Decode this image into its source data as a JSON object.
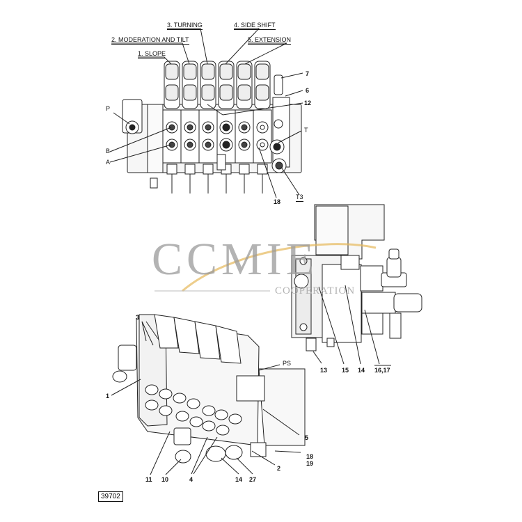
{
  "top_view": {
    "functions": {
      "slope": "1. SLOPE",
      "moderation_tilt": "2. MODERATION AND TILT",
      "turning": "3. TURNING",
      "side_shift": "4. SIDE SHIFT",
      "extension": "5. EXTENSION"
    },
    "callouts": {
      "p": "P",
      "b": "B",
      "a": "A",
      "n7": "7",
      "n6": "6",
      "n12": "12",
      "t": "T",
      "t3": "T3",
      "n18": "18"
    }
  },
  "side_view": {
    "callouts": {
      "n13": "13",
      "n15": "15",
      "n14": "14",
      "n16_17": "16,17"
    }
  },
  "iso_view": {
    "callouts": {
      "n3": "3",
      "n1": "1",
      "ps": "PS",
      "n5": "5",
      "n18": "18",
      "n19": "19",
      "n2": "2",
      "n11": "11",
      "n10": "10",
      "n4": "4",
      "n14": "14",
      "n27": "27"
    }
  },
  "figure_id": "39702",
  "watermark": {
    "brand": "CCMIE",
    "tagline": "COOPERATION"
  }
}
